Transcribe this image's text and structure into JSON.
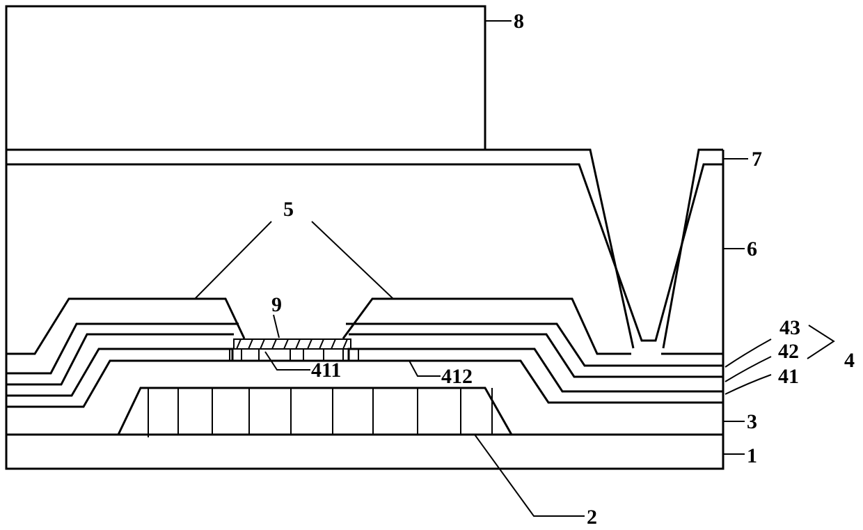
{
  "diagram": {
    "labels": {
      "l1": "1",
      "l2": "2",
      "l3": "3",
      "l4": "4",
      "l41": "41",
      "l42": "42",
      "l43": "43",
      "l411": "411",
      "l412": "412",
      "l5": "5",
      "l6": "6",
      "l7": "7",
      "l8": "8",
      "l9": "9"
    }
  }
}
